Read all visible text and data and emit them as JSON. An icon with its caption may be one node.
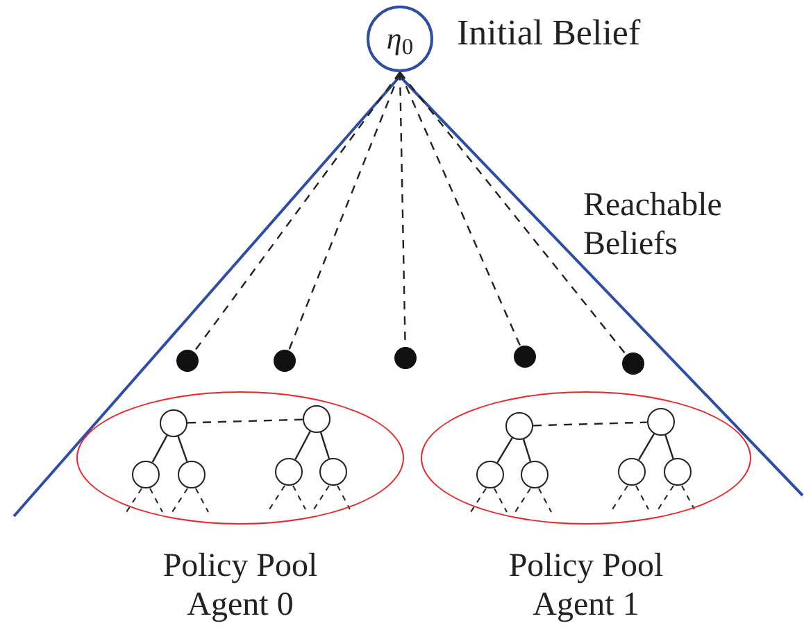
{
  "diagram": {
    "nodes": [
      {
        "text": [
          "*η*$_{0}$"
        ],
        "beside": [
          "Initial Belief"
        ]
      },
      {
        "text": [],
        "shape": "circle"
      },
      {
        "text": [],
        "shape": "circle"
      },
      {
        "text": [],
        "shape": "circle"
      },
      {
        "text": [],
        "shape": "circle"
      },
      {
        "text": [],
        "shape": "circle"
      },
      {
        "text": [
          "Policy Pool Agent 0"
        ]
      },
      {
        "text": [],
        "shape": "circle",
        "in": 6
      },
      {
        "text": [],
        "shape": "circle",
        "in": 6
      },
      {
        "text": [],
        "shape": "circle",
        "in": 6
      },
      {
        "text": [],
        "shape": "circle",
        "in": 6
      },
      {
        "text": [],
        "shape": "circle",
        "in": 6
      },
      {
        "text": [],
        "shape": "circle",
        "in": 6
      },
      {
        "text": [
          "Policy Pool Agent 1"
        ]
      },
      {
        "text": [],
        "shape": "circle",
        "in": 13
      },
      {
        "text": [],
        "shape": "circle",
        "in": 13
      },
      {
        "text": [],
        "shape": "circle",
        "in": 13
      },
      {
        "text": [],
        "shape": "circle",
        "in": 13
      },
      {
        "text": [],
        "shape": "circle",
        "in": 13
      },
      {
        "text": [],
        "shape": "circle",
        "in": 13
      }
    ],
    "edges": [
      {
        "from": 0,
        "to": 1,
        "arrow": "none",
        "style": "dashed"
      },
      {
        "from": 0,
        "to": 2,
        "arrow": "none",
        "style": "dashed"
      },
      {
        "from": 0,
        "to": 3,
        "arrow": "none",
        "style": "dashed"
      },
      {
        "from": 0,
        "to": 4,
        "arrow": "none",
        "style": "dashed"
      },
      {
        "from": 0,
        "to": 5,
        "arrow": "none",
        "style": "dashed"
      },
      {
        "from": 7,
        "to": 8,
        "arrow": "none"
      },
      {
        "from": 7,
        "to": 9,
        "arrow": "none"
      },
      {
        "from": 10,
        "to": 11,
        "arrow": "none"
      },
      {
        "from": 10,
        "to": 12,
        "arrow": "none"
      },
      {
        "from": 7,
        "to": 10,
        "arrow": "none",
        "style": "dashed"
      },
      {
        "from": 14,
        "to": 15,
        "arrow": "none"
      },
      {
        "from": 14,
        "to": 16,
        "arrow": "none"
      },
      {
        "from": 17,
        "to": 18,
        "arrow": "none"
      },
      {
        "from": 17,
        "to": 19,
        "arrow": "none"
      },
      {
        "from": 14,
        "to": 17,
        "arrow": "none",
        "style": "dashed"
      }
    ],
    "labels": [
      "Reachable Beliefs"
    ]
  }
}
